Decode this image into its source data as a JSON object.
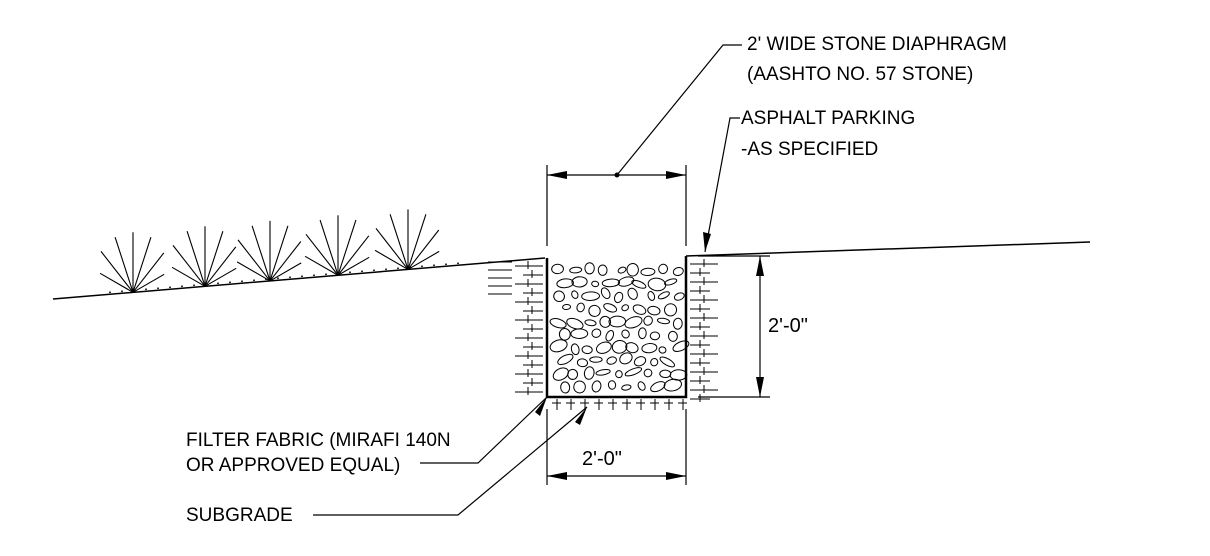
{
  "callouts": {
    "diaphragm_line1": "2' WIDE STONE DIAPHRAGM",
    "diaphragm_line2": "(AASHTO NO. 57 STONE)",
    "asphalt_line1": "ASPHALT PARKING",
    "asphalt_line2": "-AS SPECIFIED",
    "fabric_line1": "FILTER FABRIC (MIRAFI 140N",
    "fabric_line2": "OR APPROVED EQUAL)",
    "subgrade": "SUBGRADE"
  },
  "dimensions": {
    "depth": "2'-0\"",
    "width": "2'-0\""
  }
}
